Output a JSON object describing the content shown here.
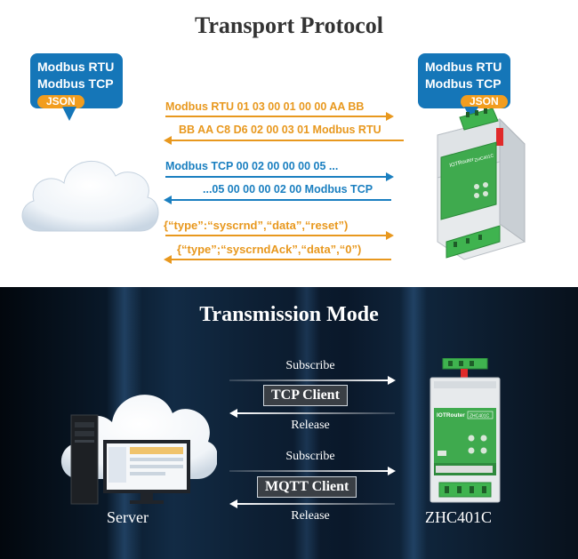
{
  "top": {
    "title": "Transport Protocol",
    "left_bubble": {
      "line1": "Modbus RTU",
      "line2": "Modbus TCP",
      "pill": "JSON"
    },
    "right_bubble": {
      "line1": "Modbus RTU",
      "line2": "Modbus TCP",
      "pill": "JSON"
    },
    "rtu_request": "Modbus RTU 01 03 00 01 00 00 AA BB",
    "rtu_response": "BB AA C8  D6 02 00 03 01 Modbus RTU",
    "tcp_request": "Modbus TCP 00 02 00 00 00 05 ...",
    "tcp_response": "...05 00 00 00 02 00 Modbus TCP",
    "json_request": "{“type”:“syscrnd”,“data”,“reset”)",
    "json_response": "{“type”;“syscrndAck”,“data”,“0”)",
    "device_brand": "IOTRouter",
    "device_model": "ZHC401C",
    "colors": {
      "orange": "#e8981e",
      "blue": "#1a7fc0",
      "bubble": "#1576b8"
    }
  },
  "bottom": {
    "title": "Transmission Mode",
    "tcp": {
      "subscribe": "Subscribe",
      "label": "TCP Client",
      "release": "Release"
    },
    "mqtt": {
      "subscribe": "Subscribe",
      "label": "MQTT Client",
      "release": "Release"
    },
    "server_caption": "Server",
    "device_caption": "ZHC401C",
    "device_brand": "IOTRouter",
    "device_model": "ZHC401C"
  }
}
